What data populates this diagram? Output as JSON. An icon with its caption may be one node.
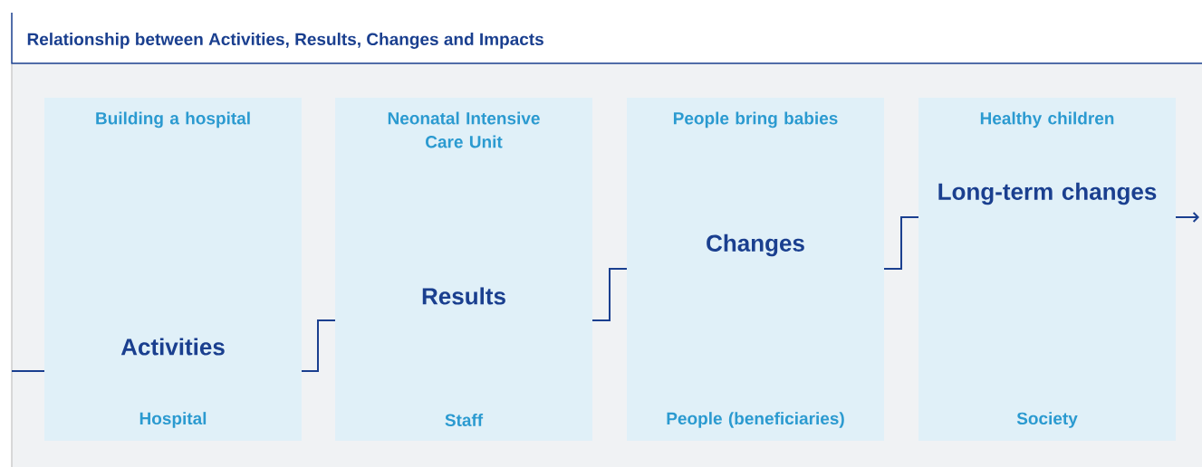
{
  "diagram": {
    "title": "Relationship between Activities, Results, Changes and Impacts",
    "nodes": [
      {
        "text": [
          "Building a hospital",
          "Activities",
          "Hospital"
        ]
      },
      {
        "text": [
          "Neonatal Intensive Care Unit",
          "Results",
          "Staff"
        ]
      },
      {
        "text": [
          "People bring babies",
          "Changes",
          "People (beneficiaries)"
        ]
      },
      {
        "text": [
          "Healthy children",
          "Long-term changes",
          "Society"
        ]
      }
    ]
  }
}
